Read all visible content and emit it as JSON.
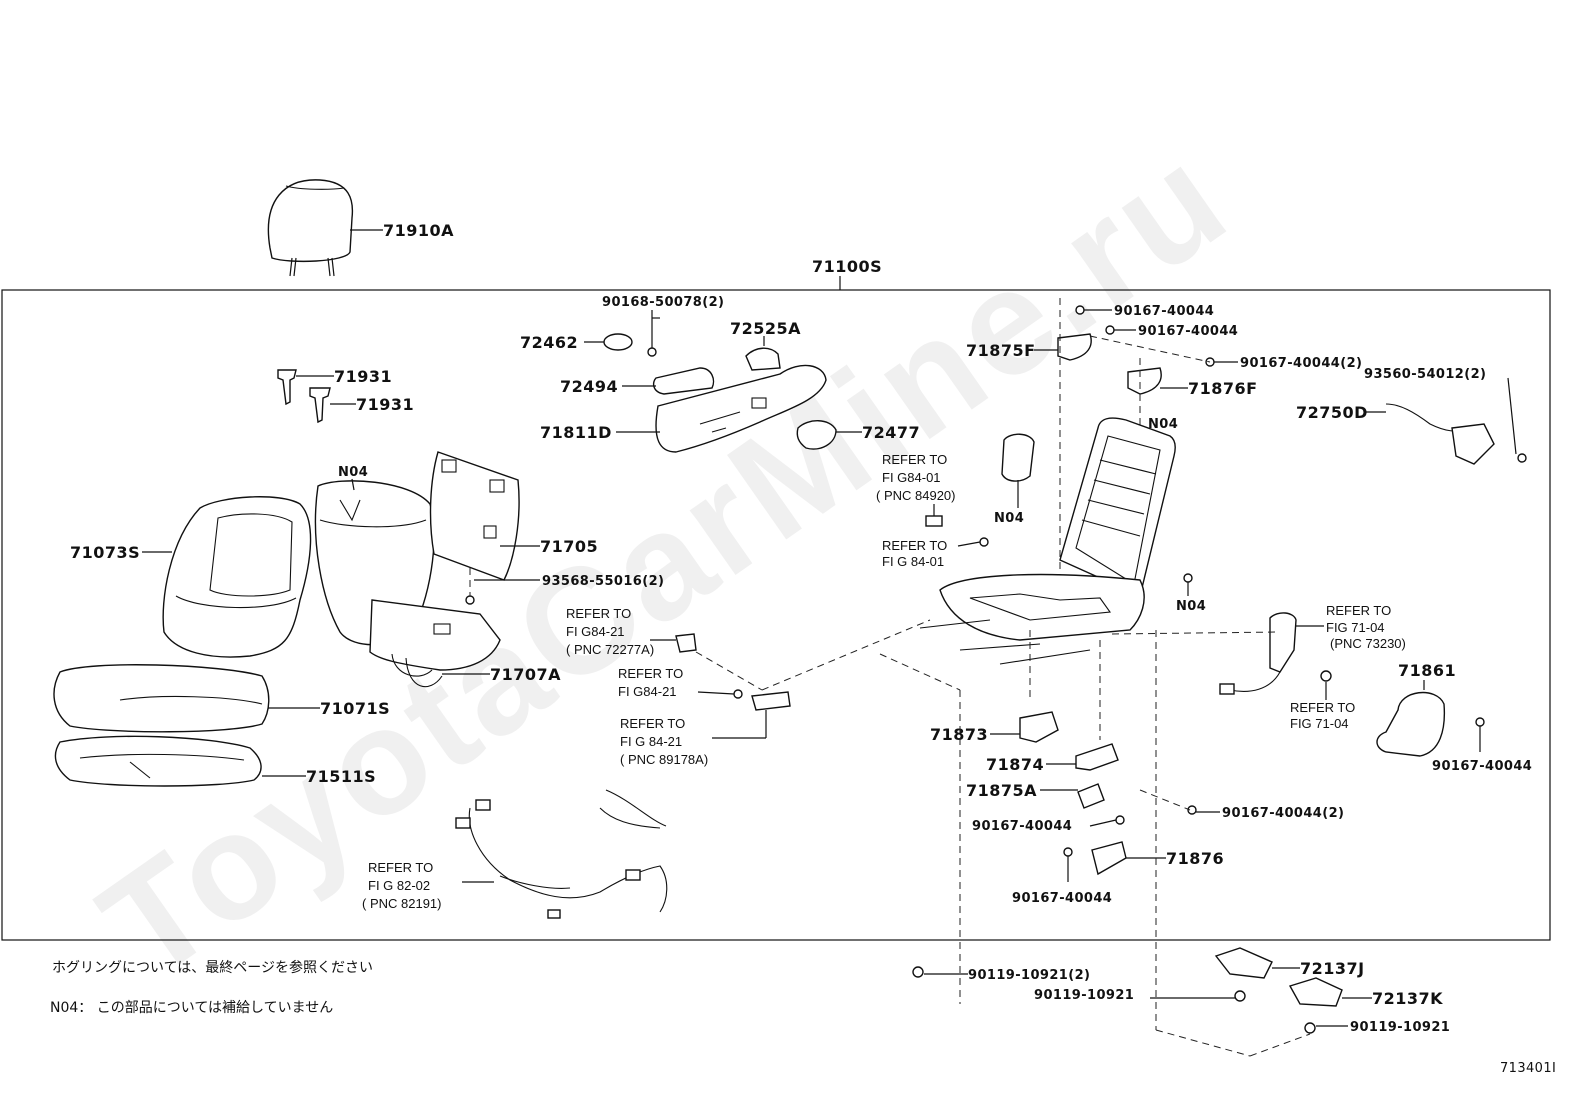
{
  "watermark": "ToyotaCarMine.ru",
  "assembly": "71100S",
  "figure_id": "713401I",
  "labels": {
    "headrest": "71910A",
    "guide_a": "71931",
    "guide_b": "71931",
    "back_cover": "71073S",
    "back_pad_n04": "N04",
    "back_frame": "71705",
    "back_bolt": "93568-55016(2)",
    "back_board": "71707A",
    "cushion_cover": "71071S",
    "cushion_pad": "71511S",
    "screw_top": "90168-50078(2)",
    "knob_a": "72462",
    "knob_b": "72494",
    "knob_c": "72525A",
    "shield": "71811D",
    "knob_d": "72477",
    "cover_f": "71875F",
    "cover_f2": "71876F",
    "screw_1": "90167-40044",
    "screw_2": "90167-40044",
    "screw_3": "90167-40044(2)",
    "frame_n04": "N04",
    "lumbar_n04": "N04",
    "nut_n04": "N04",
    "cable_screw": "93560-54012(2)",
    "cable": "72750D",
    "cover_71861": "71861",
    "screw_71861": "90167-40044",
    "bracket_71873": "71873",
    "bracket_71874": "71874",
    "bracket_71875a": "71875A",
    "screw_71875a": "90167-40044",
    "screw_right2": "90167-40044(2)",
    "bracket_71876": "71876",
    "screw_71876": "90167-40044",
    "bolt_left": "90119-10921(2)",
    "bolt_mid": "90119-10921",
    "cover_72137j": "72137J",
    "cover_72137k": "72137K",
    "bolt_right": "90119-10921"
  },
  "refs": {
    "ref1": [
      "REFER TO",
      "FI G84-01",
      "( PNC 84920)"
    ],
    "ref2": [
      "REFER TO",
      "FI G 84-01"
    ],
    "ref3": [
      "REFER TO",
      "FI G84-21",
      "( PNC 72277A)"
    ],
    "ref4": [
      "REFER TO",
      "FI G84-21"
    ],
    "ref5": [
      "REFER TO",
      "FI G  84-21",
      "( PNC 89178A)"
    ],
    "ref6": [
      "REFER TO",
      "FI G 82-02",
      "( PNC 82191)"
    ],
    "ref7": [
      "REFER TO",
      "FIG 71-04",
      "(PNC 73230)"
    ],
    "ref8": [
      "REFER TO",
      "FIG 71-04"
    ]
  },
  "notes": {
    "line1": "ホグリングについては、最終ページを参照ください",
    "line2": "N04： この部品については補給していません"
  }
}
